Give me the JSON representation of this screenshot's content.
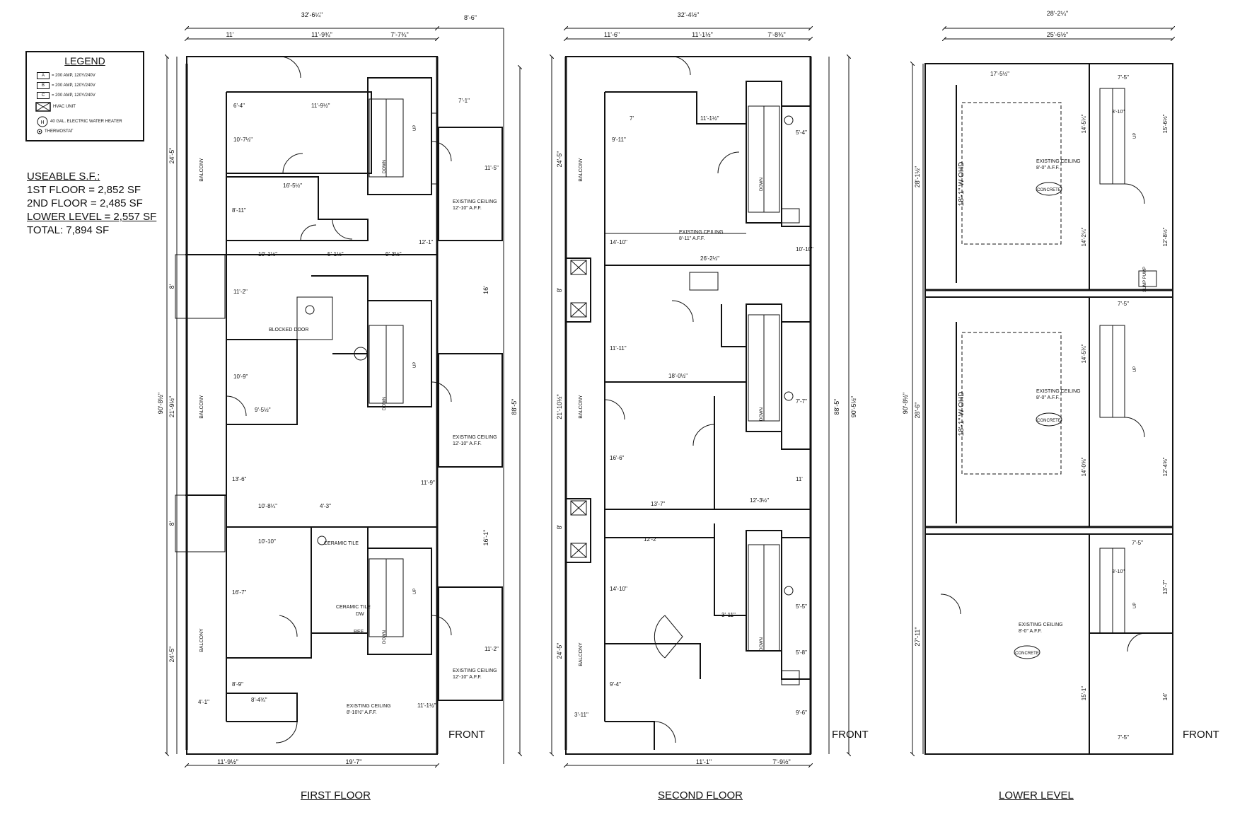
{
  "legend": {
    "title": "LEGEND",
    "items": [
      {
        "symbol": "A",
        "text": "= 200 AMP, 120Y/240V"
      },
      {
        "symbol": "B",
        "text": "= 200 AMP, 120Y/240V"
      },
      {
        "symbol": "C",
        "text": "= 200 AMP, 120Y/240V"
      },
      {
        "symbol": "",
        "text": "HVAC UNIT"
      },
      {
        "symbol": "H",
        "text": "40 GAL. ELECTRIC WATER HEATER"
      },
      {
        "symbol": "",
        "text": "THERMOSTAT"
      }
    ]
  },
  "useable": {
    "heading": "USEABLE S.F.:",
    "first": "1ST FLOOR = 2,852 SF",
    "second": "2ND FLOOR = 2,485 SF",
    "lower": "LOWER LEVEL = 2,557 SF",
    "total": "TOTAL:  7,894 SF"
  },
  "floors": {
    "first": "FIRST FLOOR",
    "second": "SECOND FLOOR",
    "lower": "LOWER LEVEL",
    "front": "FRONT"
  },
  "dims": {
    "ff_top_total": "32'-6¼\"",
    "ff_top_a": "11'",
    "ff_top_b": "11'-9¾\"",
    "ff_top_c": "7'-7¾\"",
    "ff_front_setback": "8'-6\"",
    "ff_left_total": "90'-8½\"",
    "ff_left_a": "24'-5\"",
    "ff_left_b": "8'",
    "ff_left_c": "21'-9½\"",
    "ff_left_d": "8'",
    "ff_left_e": "24'-5\"",
    "ff_right_total": "88'-5\"",
    "ff_right_a": "16'",
    "ff_right_b": "16'-1\"",
    "ff_bottom_a": "11'-9½\"",
    "ff_bottom_b": "19'-7\"",
    "sf_top_total": "32'-4½\"",
    "sf_top_a": "11'-6\"",
    "sf_top_b": "11'-1½\"",
    "sf_top_c": "7'-8¾\"",
    "sf_left_a": "24'-5\"",
    "sf_left_b": "8'",
    "sf_left_c": "21'-10½\"",
    "sf_left_d": "8'",
    "sf_left_e": "24'-5\"",
    "sf_right_total": "90'-5½\"",
    "sf_right_inner": "88'-5\"",
    "sf_bottom_a": "11'-1\"",
    "sf_bottom_b": "7'-9½\"",
    "ll_top_total": "28'-2¼\"",
    "ll_top_inner": "25'-6½\"",
    "ll_left_total": "90'-8½\"",
    "ll_left_a": "28'-1½\"",
    "ll_left_b": "28'-6\"",
    "ll_left_c": "27'-11\""
  },
  "rooms": {
    "balcony": "BALCONY",
    "existing_ceiling": "EXISTING CEILING",
    "aff_1210": "12'-10\" A.F.F.",
    "aff_810": "8'-10½\" A.F.F.",
    "aff_811": "8'-11\" A.F.F.",
    "aff_80": "8'-0\" A.F.F.",
    "concrete": "CONCRETE",
    "ceramic_tile": "CERAMIC TILE",
    "blocked_door": "BLOCKED DOOR",
    "wohd": "18'-1\" W OHD",
    "sump_pump": "SUMP PUMP",
    "up": "UP",
    "down": "DOWN",
    "ref": "REF",
    "dw": "DW"
  },
  "ff_room_dims": [
    "6'-4\"",
    "11'-9½\"",
    "10'-7½\"",
    "16'-5½\"",
    "8'-11\"",
    "10'-1½\"",
    "5'-1½\"",
    "9'-3½\"",
    "11'-2\"",
    "10'-9\"",
    "9'-5½\"",
    "13'-6\"",
    "10'-8¼\"",
    "4'-3\"",
    "10'-10\"",
    "16'-7\"",
    "8'-9\"",
    "8'-4¾\"",
    "4'-1\"",
    "7'-1\"",
    "11'-5\"",
    "12'-1\"",
    "11'-9\"",
    "11'-2\"",
    "11'-1½\""
  ],
  "sf_room_dims": [
    "7'",
    "11'-1½\"",
    "9'-11\"",
    "14'-10\"",
    "26'-2½\"",
    "10'-10\"",
    "11'-11\"",
    "18'-0½\"",
    "16'-6\"",
    "13'-7\"",
    "12'-3½\"",
    "12'-2\"",
    "14'-10\"",
    "9'-4\"",
    "3'-11\"",
    "3'-11\"",
    "5'-4\"",
    "7'-7\"",
    "5'-5\"",
    "5'-8\"",
    "9'-6\"",
    "11'"
  ],
  "ll_room_dims": [
    "17'-5½\"",
    "7'-5\"",
    "3'-10\"",
    "14'-5¼\"",
    "15'-6½\"",
    "14'-2¼\"",
    "12'-8½\"",
    "7'-5\"",
    "14'-5¾\"",
    "14'-0⅝\"",
    "12'-4⅝\"",
    "7'-5\"",
    "3'-10\"",
    "13'-7\"",
    "15'-1\"",
    "14'",
    "7'-5\""
  ]
}
